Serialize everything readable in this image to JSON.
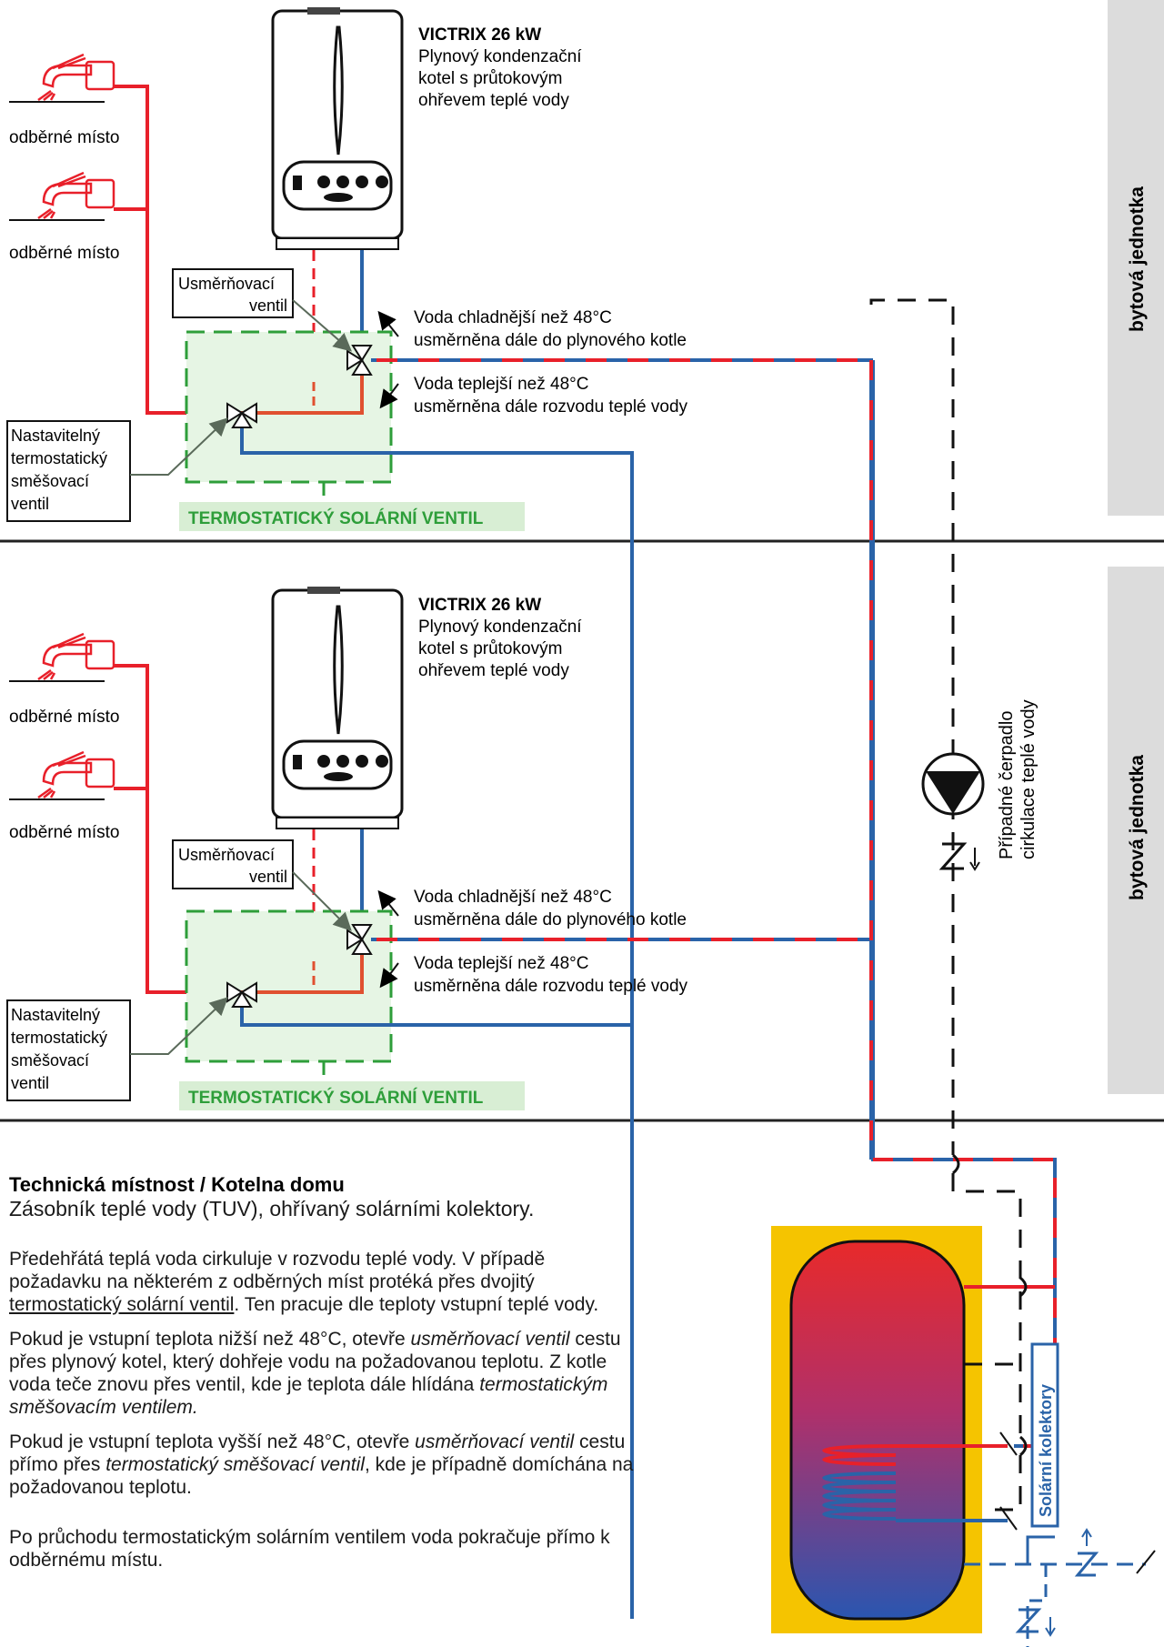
{
  "units": [
    {
      "unit_label": "bytová jednotka",
      "boiler_title": "VICTRIX 26 kW",
      "boiler_desc": [
        "Plynový kondenzační",
        "kotel s průtokovým",
        "ohřevem teplé vody"
      ],
      "tap_labels": [
        "odběrné místo",
        "odběrné místo"
      ],
      "diverter_label": [
        "Usměrňovací",
        "ventil"
      ],
      "mixer_label": [
        "Nastavitelný",
        "termostatický",
        "směšovací",
        "ventil"
      ],
      "cold_note": [
        "Voda chladnější než 48°C",
        "usměrněna dále do plynového kotle"
      ],
      "warm_note": [
        "Voda teplejší než 48°C",
        "usměrněna dále rozvodu teplé vody"
      ],
      "solar_valve_label": "TERMOSTATICKÝ SOLÁRNÍ VENTIL"
    },
    {
      "unit_label": "bytová jednotka",
      "boiler_title": "VICTRIX 26 kW",
      "boiler_desc": [
        "Plynový kondenzační",
        "kotel s průtokovým",
        "ohřevem teplé vody"
      ],
      "tap_labels": [
        "odběrné místo",
        "odběrné místo"
      ],
      "diverter_label": [
        "Usměrňovací",
        "ventil"
      ],
      "mixer_label": [
        "Nastavitelný",
        "termostatický",
        "směšovací",
        "ventil"
      ],
      "cold_note": [
        "Voda chladnější než 48°C",
        "usměrněna dále do plynového kotle"
      ],
      "warm_note": [
        "Voda teplejší než 48°C",
        "usměrněna dále rozvodu teplé vody"
      ],
      "solar_valve_label": "TERMOSTATICKÝ SOLÁRNÍ VENTIL"
    }
  ],
  "pump_label": [
    "Případné čerpadlo",
    "cirkulace teplé vody"
  ],
  "collectors_label": "Solární kolektory",
  "text": {
    "heading": "Technická místnost / Kotelna domu",
    "subheading": "Zásobník teplé vody (TUV), ohřívaný solárními kolektory.",
    "p1": "Předehřátá teplá voda cirkuluje v rozvodu teplé vody. V případě požadavku na některém z odběrných míst protéká přes dvojitý",
    "p1_link": "termostatický solární ventil",
    "p1_end": ". Ten pracuje dle teploty vstupní teplé vody.",
    "p2_a": "Pokud je vstupní teplota nižší než 48°C, otevře ",
    "p2_b": "usměrňovací ventil",
    "p2_c": "  cestu přes plynový kotel, který dohřeje vodu na požadovanou teplotu. Z kotle voda teče znovu přes ventil, kde je teplota dále hlídána ",
    "p2_d": "termostatickým směšovacím ventilem.",
    "p3_a": "Pokud je vstupní teplota vyšší než 48°C, otevře ",
    "p3_b": "usměrňovací ventil",
    "p3_c": " cestu přímo přes ",
    "p3_d": "termostatický směšovací ventil",
    "p3_e": ", kde je případně domíchána na požadovanou teplotu.",
    "p4": "Po průchodu termostatickým solárním ventilem voda pokračuje přímo k odběrnému místu."
  },
  "colors": {
    "hot": "#e8202a",
    "cold": "#2a63a8",
    "warm_pipe": "#e05030",
    "valve_zone": "#2e9e3a",
    "valve_fill": "#e6f5e4",
    "tank_jacket": "#f5c400",
    "grey_band": "#dcdcdc"
  }
}
